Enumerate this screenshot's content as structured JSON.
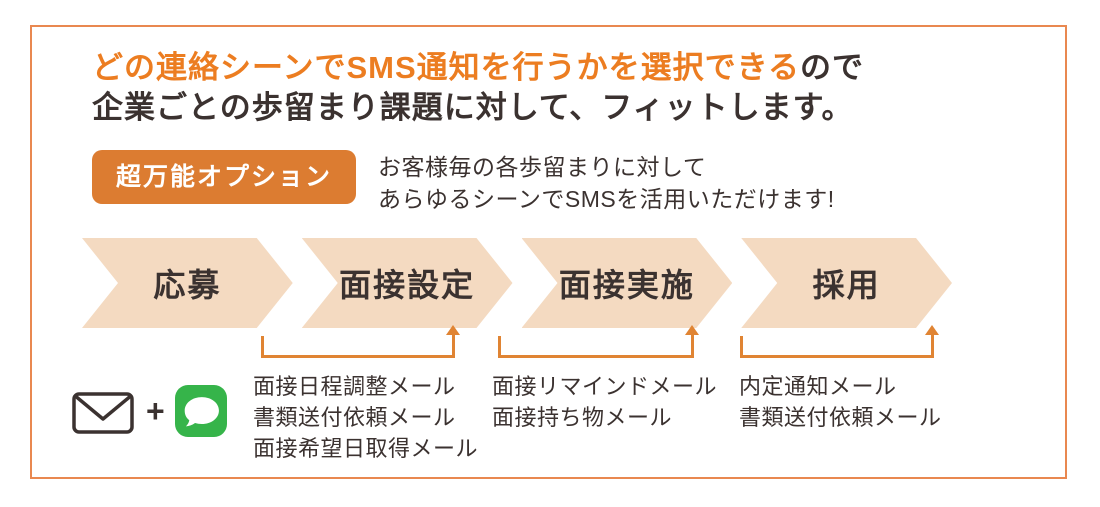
{
  "colors": {
    "accent_orange": "#ec7d21",
    "badge_orange": "#dc7c31",
    "frame_border_orange": "#e98850",
    "bracket_orange": "#e08433",
    "chevron_peach": "#f4dac1",
    "text_dark": "#3b3230",
    "sms_green": "#36b44a"
  },
  "title": {
    "line1_highlight": "どの連絡シーンでSMS通知を行うかを選択できる",
    "line1_rest": "ので",
    "line2": "企業ごとの歩留まり課題に対して、フィットします。"
  },
  "option": {
    "badge_label": "超万能オプション",
    "description_line1": "お客様毎の各歩留まりに対して",
    "description_line2": "あらゆるシーンでSMSを活用いただけます!"
  },
  "flow": {
    "stages": [
      {
        "label": "応募"
      },
      {
        "label": "面接設定"
      },
      {
        "label": "面接実施"
      },
      {
        "label": "採用"
      }
    ]
  },
  "legend": {
    "plus_sign": "+",
    "icons": [
      "envelope-icon",
      "sms-message-bubble-icon"
    ]
  },
  "mail_groups": [
    {
      "items": [
        "面接日程調整メール",
        "書類送付依頼メール",
        "面接希望日取得メール"
      ]
    },
    {
      "items": [
        "面接リマインドメール",
        "面接持ち物メール"
      ]
    },
    {
      "items": [
        "内定通知メール",
        "書類送付依頼メール"
      ]
    }
  ]
}
